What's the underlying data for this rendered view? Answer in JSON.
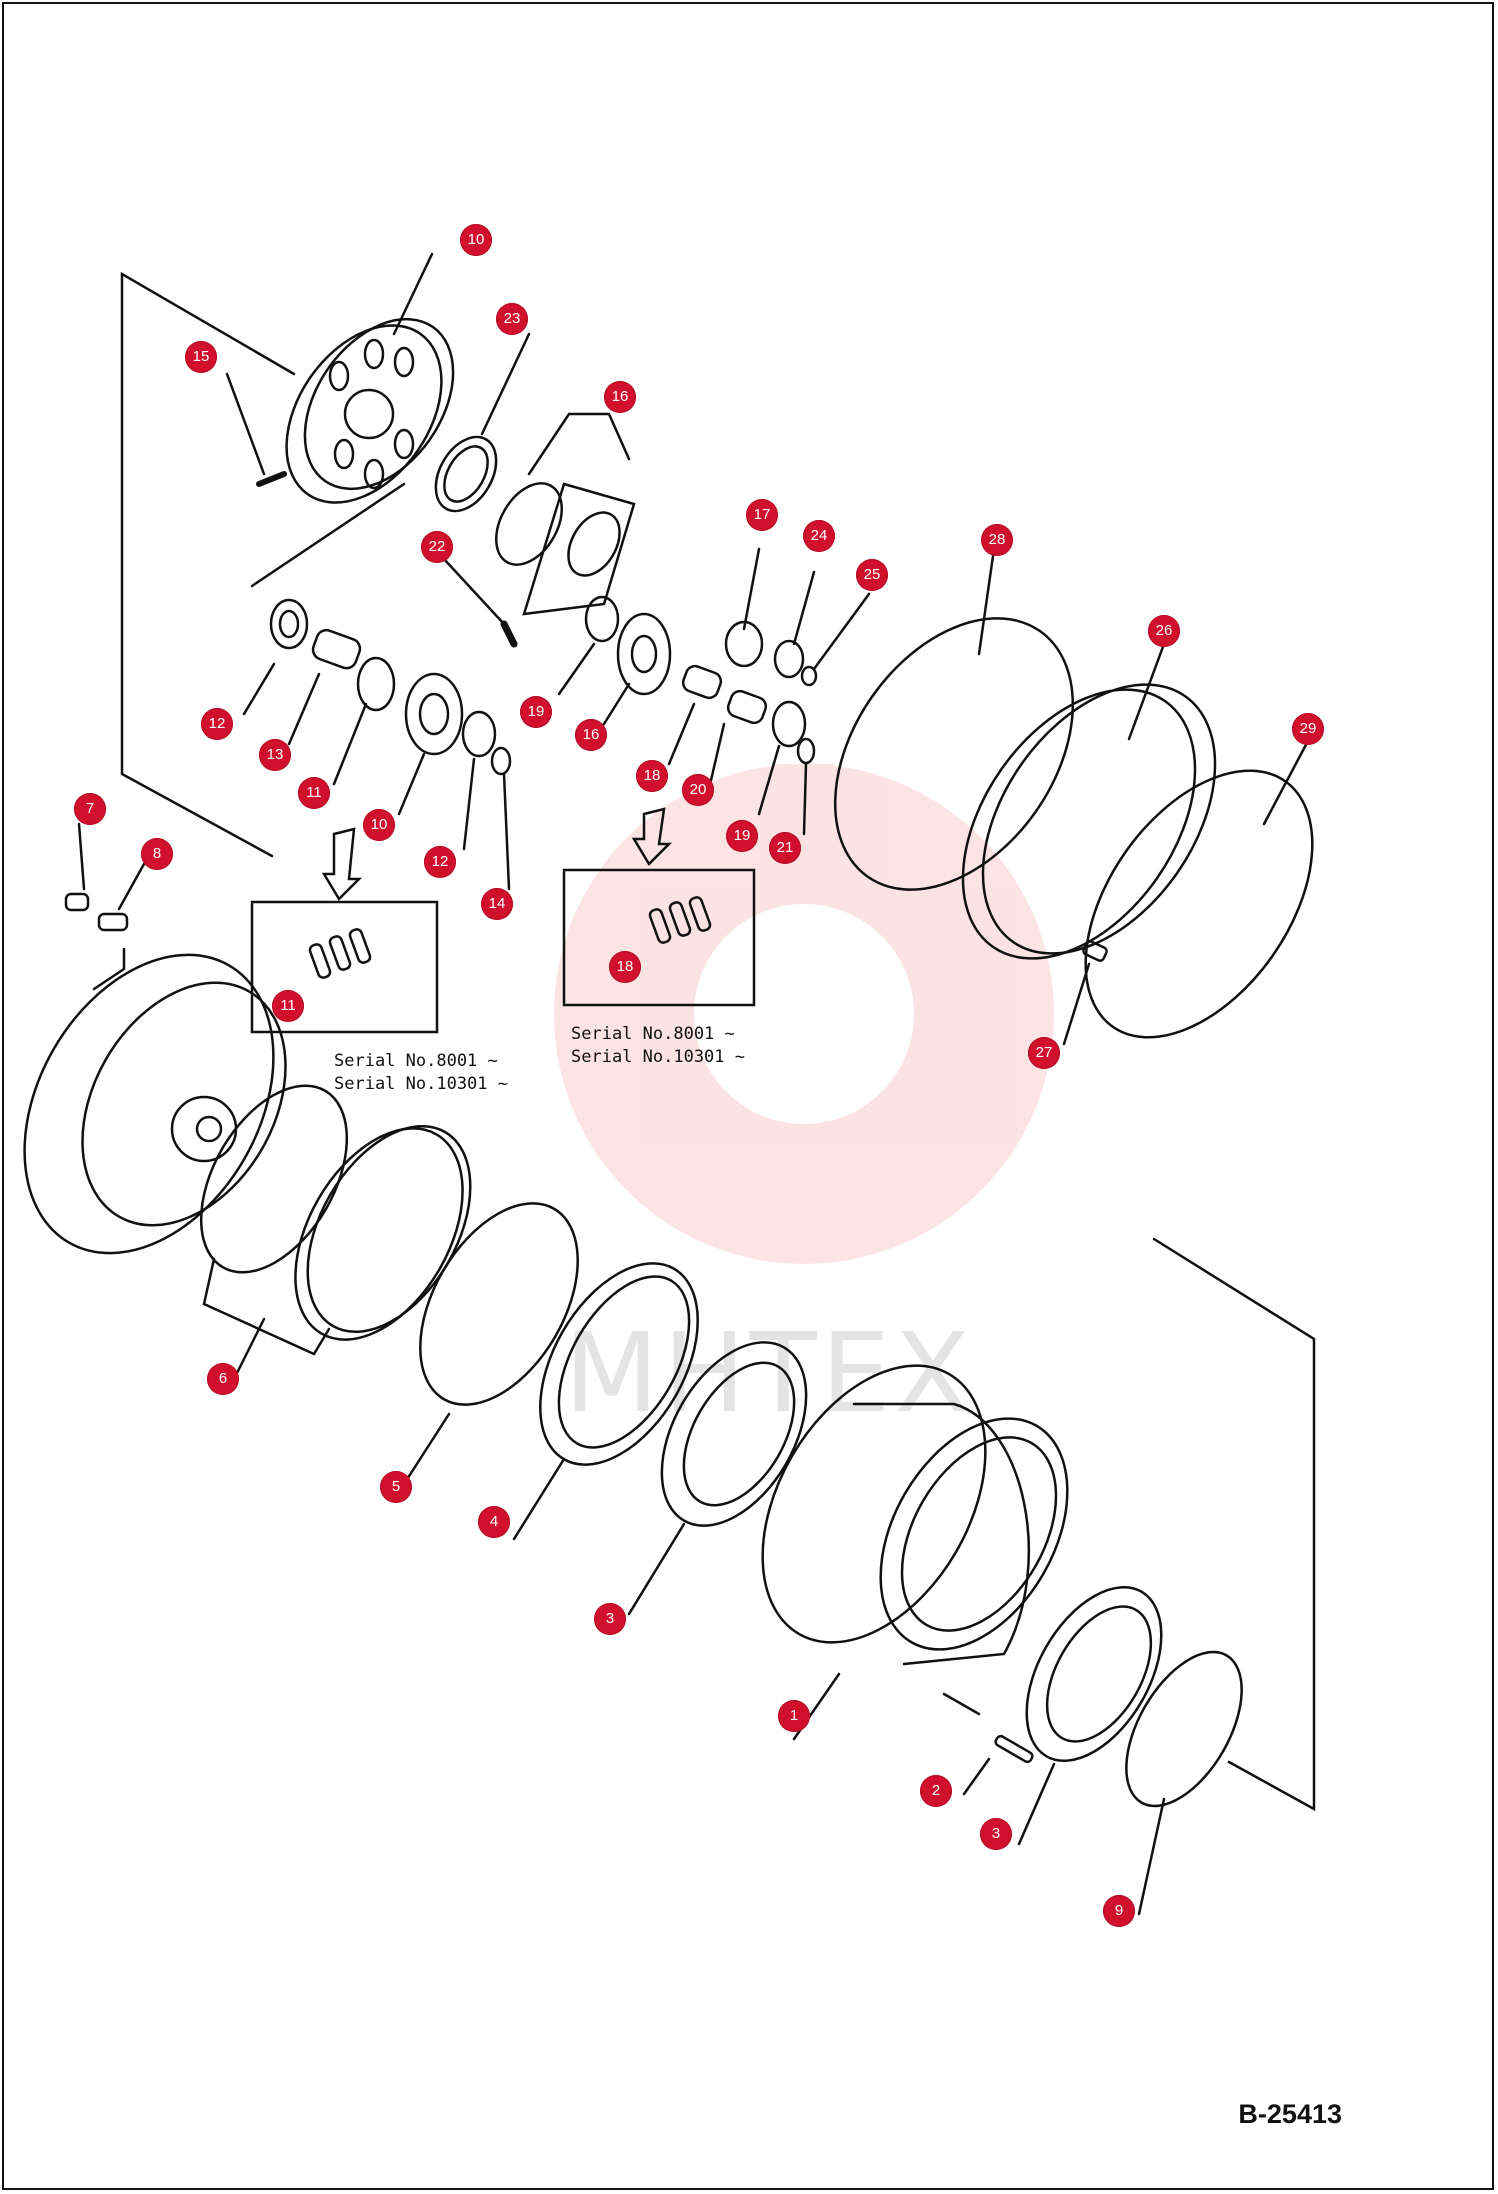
{
  "title_code": "B-25413",
  "watermark_text": "MHTEX",
  "serial_boxes": [
    {
      "part_ref": "11",
      "lines": [
        "Serial No.8001 ~",
        "Serial No.10301 ~"
      ]
    },
    {
      "part_ref": "18",
      "lines": [
        "Serial No.8001 ~",
        "Serial No.10301 ~"
      ]
    }
  ],
  "callout_color": "#d0102c",
  "callouts": [
    {
      "num": "10"
    },
    {
      "num": "23"
    },
    {
      "num": "15"
    },
    {
      "num": "16"
    },
    {
      "num": "22"
    },
    {
      "num": "17"
    },
    {
      "num": "24"
    },
    {
      "num": "25"
    },
    {
      "num": "28"
    },
    {
      "num": "26"
    },
    {
      "num": "29"
    },
    {
      "num": "12"
    },
    {
      "num": "13"
    },
    {
      "num": "11"
    },
    {
      "num": "10"
    },
    {
      "num": "12"
    },
    {
      "num": "14"
    },
    {
      "num": "19"
    },
    {
      "num": "16"
    },
    {
      "num": "18"
    },
    {
      "num": "20"
    },
    {
      "num": "19"
    },
    {
      "num": "21"
    },
    {
      "num": "7"
    },
    {
      "num": "8"
    },
    {
      "num": "11"
    },
    {
      "num": "18"
    },
    {
      "num": "27"
    },
    {
      "num": "6"
    },
    {
      "num": "5"
    },
    {
      "num": "4"
    },
    {
      "num": "3"
    },
    {
      "num": "1"
    },
    {
      "num": "2"
    },
    {
      "num": "3"
    },
    {
      "num": "9"
    }
  ]
}
